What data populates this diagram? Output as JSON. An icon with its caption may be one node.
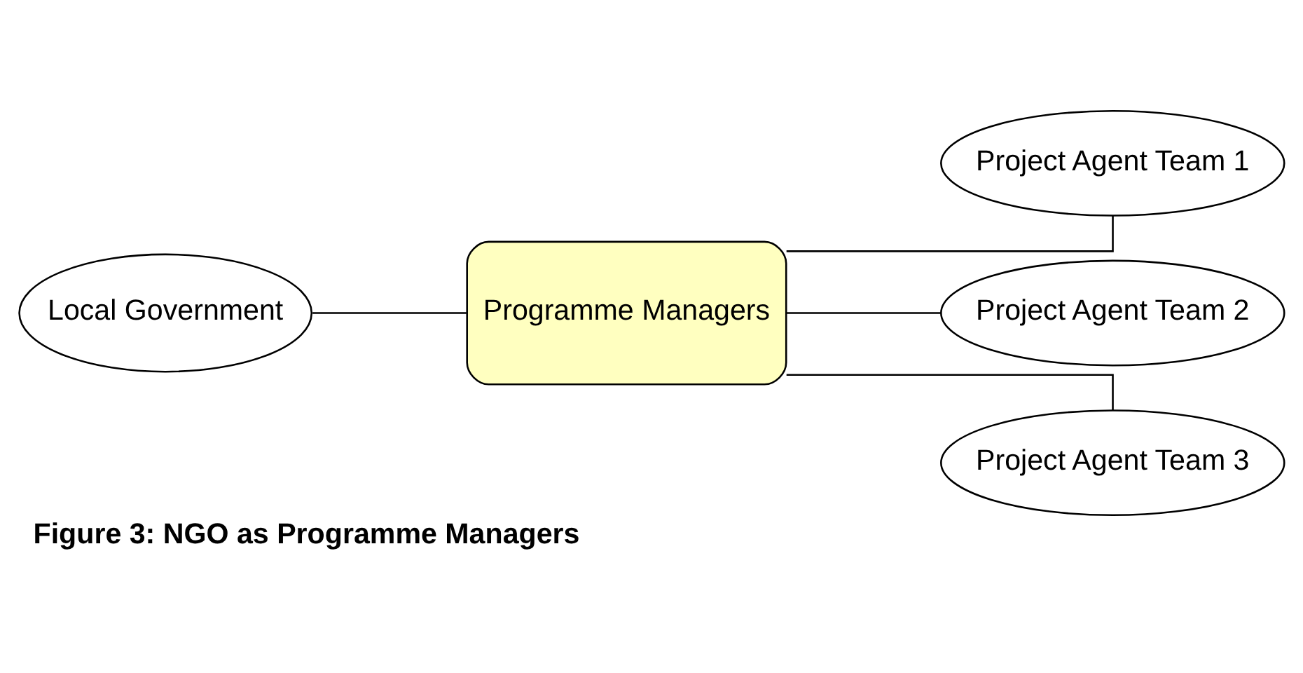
{
  "diagram": {
    "caption": "Figure 3: NGO as Programme Managers",
    "nodes": [
      {
        "text": [
          "Local Government"
        ]
      },
      {
        "text": [
          "Programme Managers"
        ]
      },
      {
        "text": [
          "Project Agent Team 1"
        ]
      },
      {
        "text": [
          "Project Agent Team 2"
        ]
      },
      {
        "text": [
          "Project Agent Team 3"
        ]
      }
    ],
    "edges": [
      {
        "from": 0,
        "to": 1,
        "arrow": "none"
      },
      {
        "from": 1,
        "to": 2,
        "arrow": "none"
      },
      {
        "from": 1,
        "to": 3,
        "arrow": "none"
      },
      {
        "from": 1,
        "to": 4,
        "arrow": "none"
      }
    ]
  }
}
